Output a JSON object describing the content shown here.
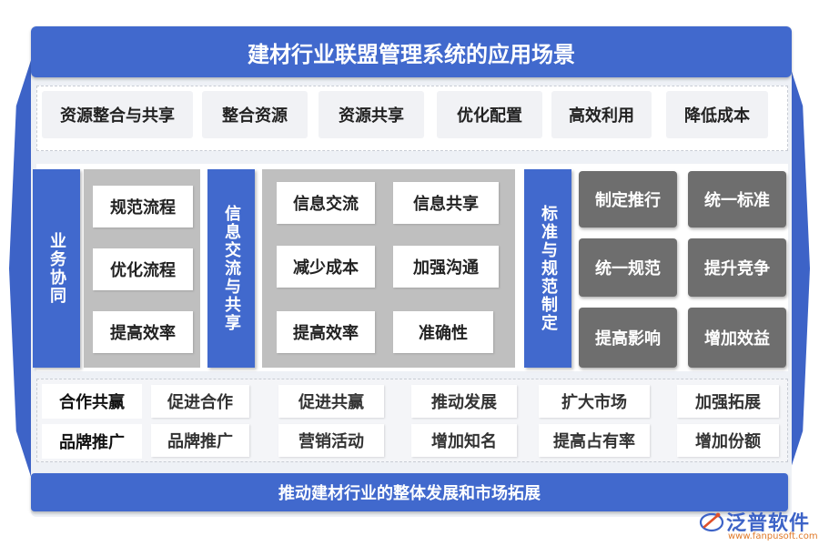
{
  "title": "建材行业联盟管理系统的应用场景",
  "row1": [
    "资源整合与共享",
    "整合资源",
    "资源共享",
    "优化配置",
    "高效利用",
    "降低成本"
  ],
  "section_a": {
    "label": "业务协同",
    "items": [
      "规范流程",
      "优化流程",
      "提高效率"
    ]
  },
  "section_b": {
    "label": "信息交流与共享",
    "items": [
      "信息交流",
      "信息共享",
      "减少成本",
      "加强沟通",
      "提高效率",
      "准确性"
    ]
  },
  "section_c": {
    "label": "标准与规范制定",
    "items": [
      "制定推行",
      "统一标准",
      "统一规范",
      "提升竞争",
      "提高影响",
      "增加效益"
    ]
  },
  "row3": {
    "labels": [
      "合作共赢",
      "品牌推广"
    ],
    "top": [
      "促进合作",
      "促进共赢",
      "推动发展",
      "扩大市场",
      "加强拓展"
    ],
    "bottom": [
      "品牌推广",
      "营销活动",
      "增加知名",
      "提高占有率",
      "增加份额"
    ]
  },
  "bottom_bar": "推动建材行业的整体发展和市场拓展",
  "logo": {
    "name": "泛普软件",
    "url": "www.fanpusoft.com"
  },
  "colors": {
    "primary_blue": "#4169cd",
    "gray_block": "#bfbfbf",
    "dark_gray": "#6e6e6e"
  }
}
